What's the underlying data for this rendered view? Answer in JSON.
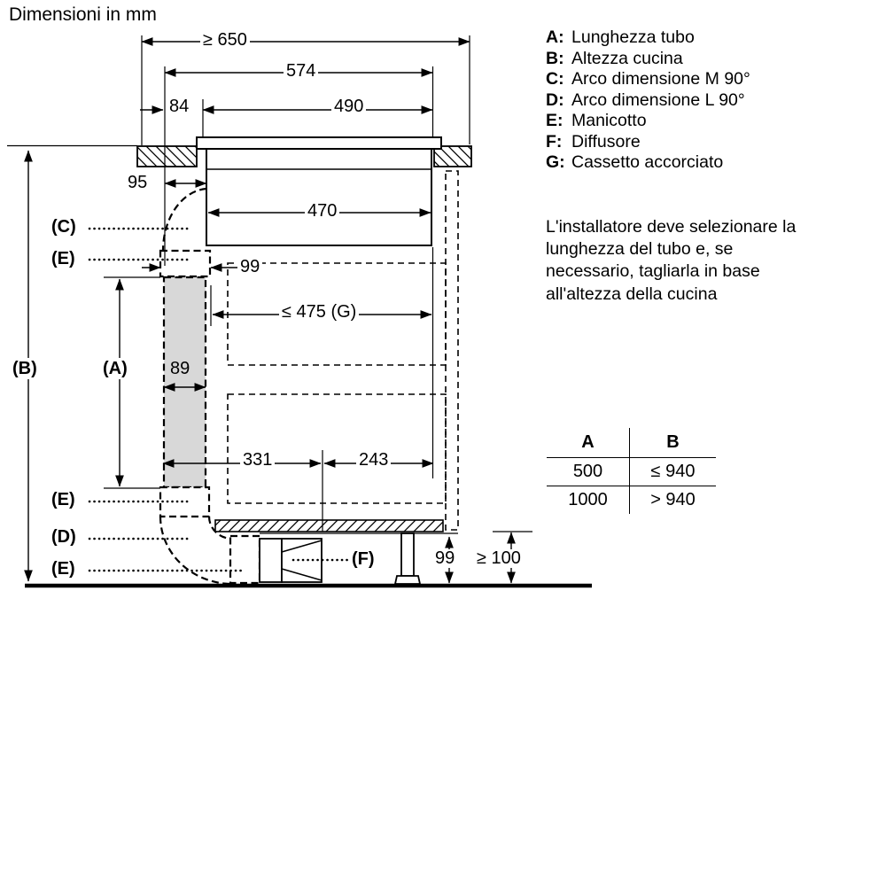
{
  "title": "Dimensioni in mm",
  "legend": [
    {
      "key": "A:",
      "label": "Lunghezza tubo"
    },
    {
      "key": "B:",
      "label": "Altezza cucina"
    },
    {
      "key": "C:",
      "label": "Arco dimensione M 90°"
    },
    {
      "key": "D:",
      "label": "Arco dimensione L 90°"
    },
    {
      "key": "E:",
      "label": "Manicotto"
    },
    {
      "key": "F:",
      "label": "Diffusore"
    },
    {
      "key": "G:",
      "label": "Cassetto accorciato"
    }
  ],
  "note_lines": [
    "L'installatore deve selezionare la",
    "lunghezza del tubo e, se",
    "necessario, tagliarla in base",
    "all'altezza della cucina"
  ],
  "table": {
    "col_a": "A",
    "col_b": "B",
    "rows": [
      {
        "a": "500",
        "b": "≤ 940"
      },
      {
        "a": "1000",
        "b": "> 940"
      }
    ]
  },
  "dims": {
    "worktop_min": "≥ 650",
    "hob_total": "574",
    "offset_left": "84",
    "cutout": "490",
    "body_inner": "470",
    "gap_left": "95",
    "sleeve_top": "99",
    "drawer_max": "≤ 475 (G)",
    "duct_width": "89",
    "span_left": "331",
    "span_right": "243",
    "plinth_height": "99",
    "plinth_min": "≥ 100"
  },
  "part_labels": {
    "A": "(A)",
    "B": "(B)",
    "C": "(C)",
    "D": "(D)",
    "E": "(E)",
    "F": "(F)"
  },
  "colors": {
    "line": "#000000",
    "duct_fill": "#d8d8d8",
    "background": "#ffffff"
  }
}
